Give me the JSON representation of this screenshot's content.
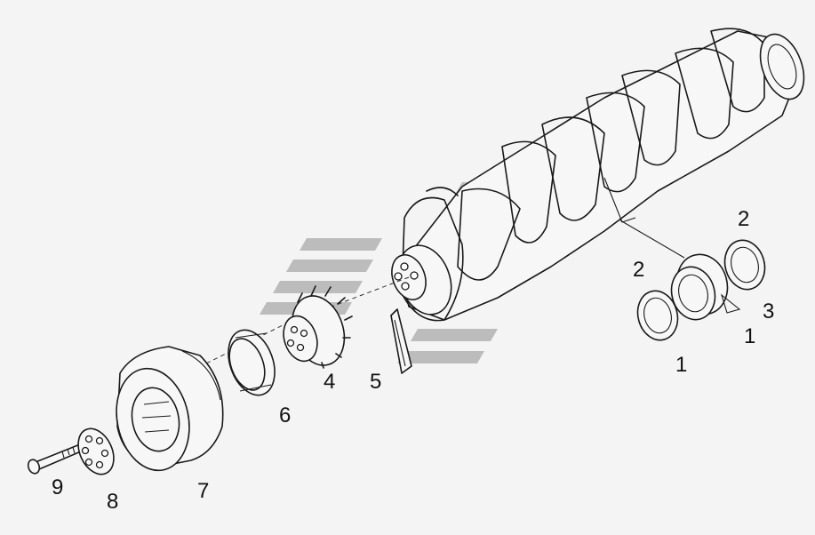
{
  "diagram": {
    "callouts": [
      {
        "id": "c9",
        "text": "9"
      },
      {
        "id": "c8",
        "text": "8"
      },
      {
        "id": "c7",
        "text": "7"
      },
      {
        "id": "c6",
        "text": "6"
      },
      {
        "id": "c4",
        "text": "4"
      },
      {
        "id": "c5",
        "text": "5"
      },
      {
        "id": "c1a",
        "text": "1"
      },
      {
        "id": "c1b",
        "text": "1"
      },
      {
        "id": "c2a",
        "text": "2"
      },
      {
        "id": "c2b",
        "text": "2"
      },
      {
        "id": "c3",
        "text": "3"
      }
    ]
  },
  "colors": {
    "background": "#f4f4f4",
    "line": "#1a1a1a",
    "watermark": "#a9a9a9"
  }
}
